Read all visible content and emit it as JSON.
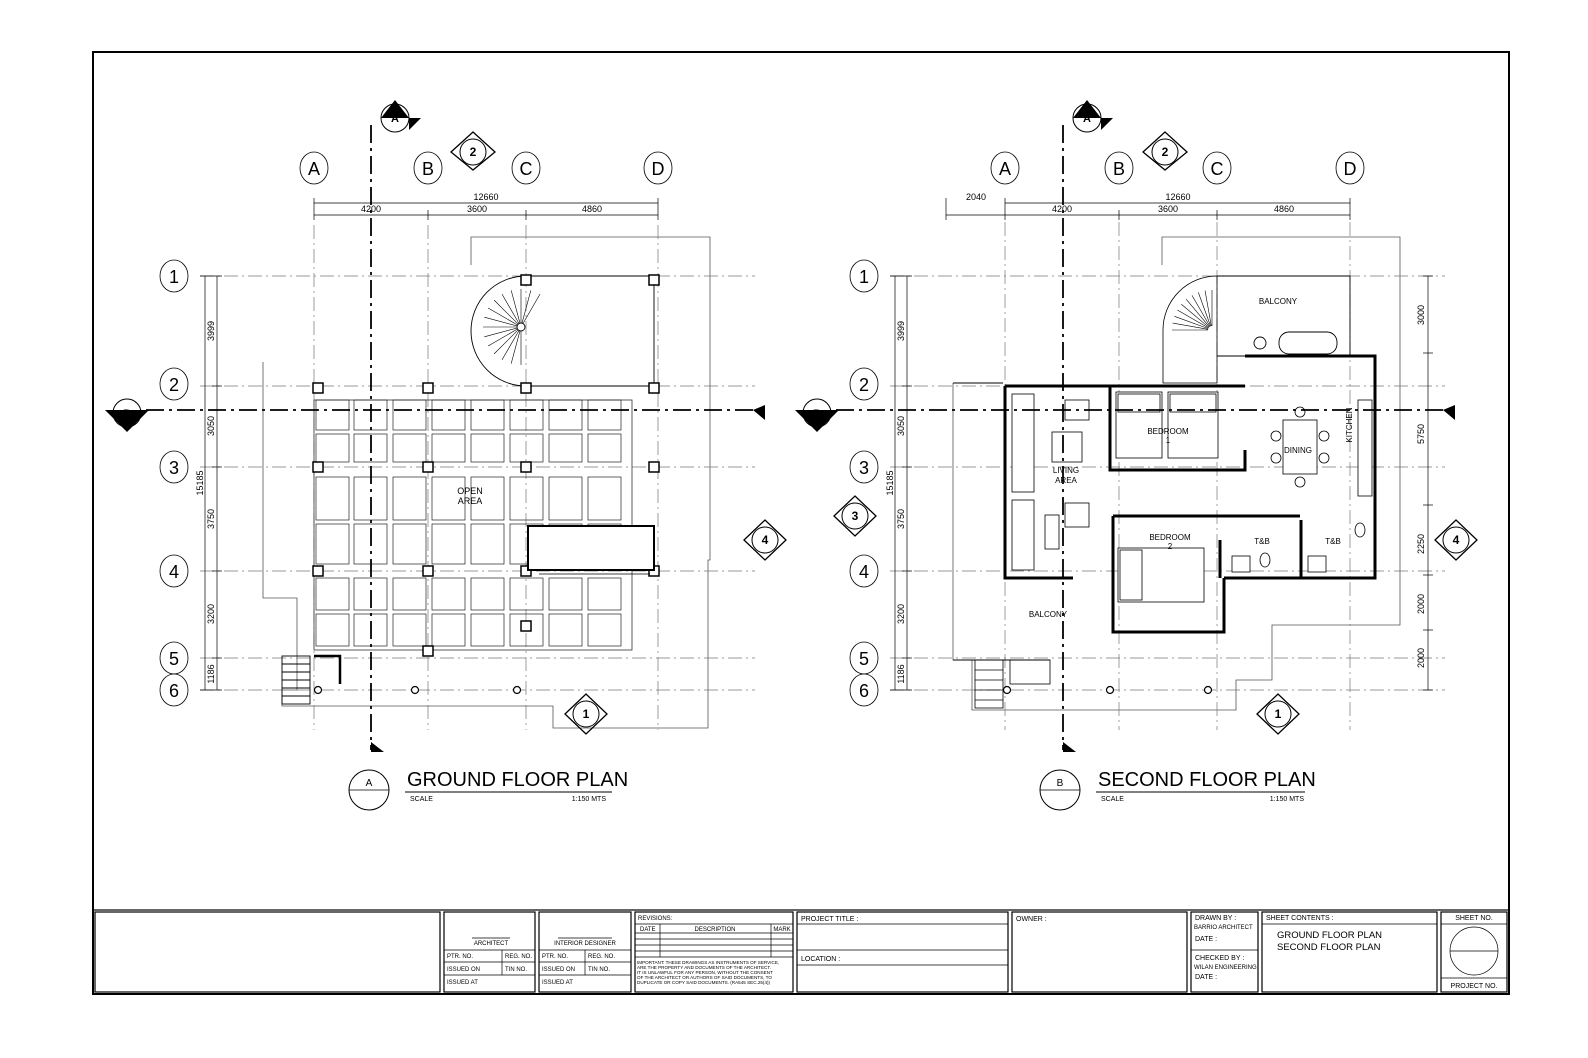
{
  "grid": {
    "columns": [
      "A",
      "B",
      "C",
      "D"
    ],
    "rows": [
      "1",
      "2",
      "3",
      "4",
      "5",
      "6"
    ],
    "overall_width": "12660",
    "bay_widths": [
      "4200",
      "3600",
      "4860"
    ],
    "left_row_dims": [
      "3999",
      "3050",
      "3750",
      "3200",
      "1186"
    ],
    "overall_depth": "15185"
  },
  "section_markers": {
    "a": "A",
    "b": "B",
    "one": "1",
    "two": "2",
    "three": "3",
    "four": "4"
  },
  "ground_floor": {
    "badge": "A",
    "title": "GROUND FLOOR PLAN",
    "scale_label": "SCALE",
    "scale_value": "1:150 MTS",
    "open_area": [
      "OPEN",
      "AREA"
    ]
  },
  "second_floor": {
    "badge": "B",
    "title": "SECOND FLOOR PLAN",
    "scale_label": "SCALE",
    "scale_value": "1:150 MTS",
    "extra_dim": "2040",
    "right_dims": [
      "3000",
      "5750",
      "2250",
      "2000",
      "2000"
    ],
    "rooms": {
      "balcony_top": "BALCONY",
      "bedroom1": [
        "BEDROOM",
        "1"
      ],
      "kitchen": "KITCHEN",
      "dining": "DINING",
      "living": [
        "LIVING",
        "AREA"
      ],
      "bedroom2": [
        "BEDROOM",
        "2"
      ],
      "tb1": "T&B",
      "tb2": "T&B",
      "balcony_left": "BALCONY"
    }
  },
  "title_block": {
    "architect": {
      "role": "ARCHITECT",
      "ptr": "PTR. NO.",
      "reg": "REG. NO.",
      "issued_on": "ISSUED ON",
      "tin": "TIN NO.",
      "issued_at": "ISSUED AT"
    },
    "interior_designer": {
      "role": "INTERIOR DESIGNER",
      "ptr": "PTR. NO.",
      "reg": "REG. NO.",
      "issued_on": "ISSUED ON",
      "tin": "TIN NO.",
      "issued_at": "ISSUED AT"
    },
    "revisions": {
      "label": "REVISIONS:",
      "date": "DATE",
      "description": "DESCRIPTION",
      "mark": "MARK",
      "notice": [
        "IMPORTANT: THESE DRAWINGS AS INSTRUMENTS OF SERVICE,",
        "ARE THE PROPERTY AND DOCUMENTS OF THE ARCHITECT.",
        "IT IS UNLAWFUL FOR ANY PERSON, WITHOUT THE CONSENT",
        "OF THE ARCHITECT OR AUTHORS OF SAID DOCUMENTS, TO",
        "DUPLICATE OR COPY SAID DOCUMENTS. (RA545 SEC.25(4))"
      ]
    },
    "project_title": "PROJECT TITLE :",
    "location": "LOCATION :",
    "owner": "OWNER :",
    "drawn_by_label": "DRAWN BY :",
    "drawn_by": "BARRIO ARCHITECT",
    "date1": "DATE :",
    "checked_by_label": "CHECKED BY :",
    "checked_by": "WILAN ENGINEERING",
    "date2": "DATE :",
    "sheet_contents_label": "SHEET CONTENTS :",
    "sheet_contents": [
      "GROUND FLOOR PLAN",
      "SECOND FLOOR PLAN"
    ],
    "sheet_no": "SHEET NO.",
    "project_no": "PROJECT NO."
  }
}
